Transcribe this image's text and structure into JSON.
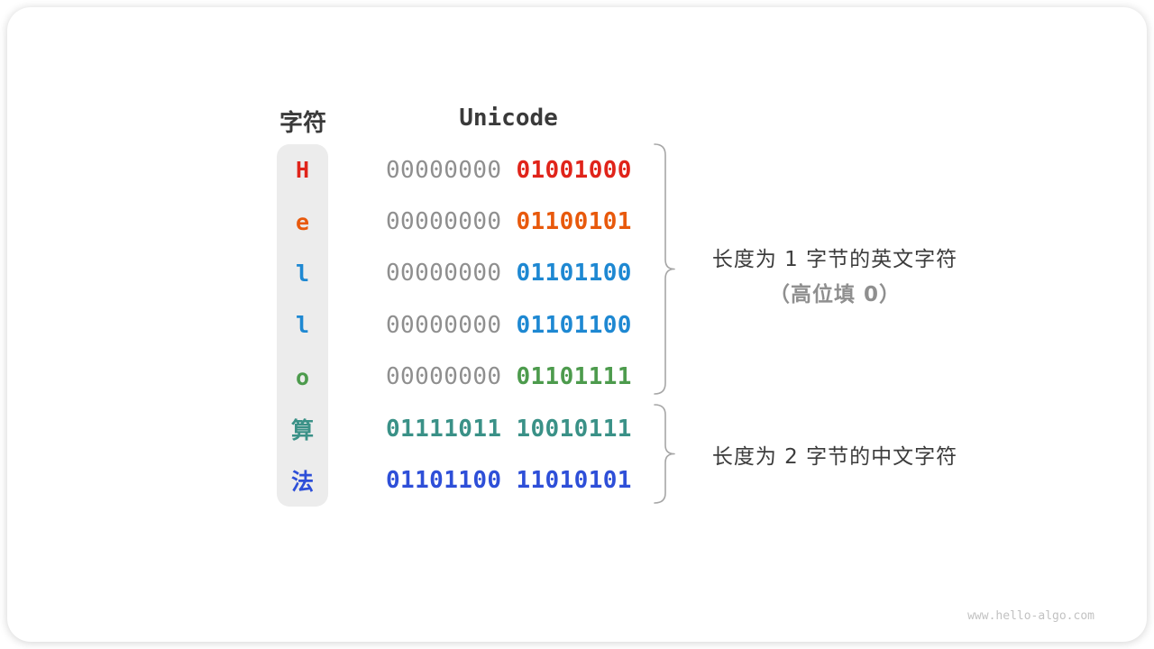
{
  "header": {
    "char_col": "字符",
    "unicode_col": "Unicode"
  },
  "rows": [
    {
      "char": "H",
      "char_color": "#e0241a",
      "bytes": [
        "00000000",
        "01001000"
      ],
      "byte_colors": [
        "#8f8f8f",
        "#e0241a"
      ]
    },
    {
      "char": "e",
      "char_color": "#e8590c",
      "bytes": [
        "00000000",
        "01100101"
      ],
      "byte_colors": [
        "#8f8f8f",
        "#e8590c"
      ]
    },
    {
      "char": "l",
      "char_color": "#1e88d2",
      "bytes": [
        "00000000",
        "01101100"
      ],
      "byte_colors": [
        "#8f8f8f",
        "#1e88d2"
      ]
    },
    {
      "char": "l",
      "char_color": "#1e88d2",
      "bytes": [
        "00000000",
        "01101100"
      ],
      "byte_colors": [
        "#8f8f8f",
        "#1e88d2"
      ]
    },
    {
      "char": "o",
      "char_color": "#4d9b4d",
      "bytes": [
        "00000000",
        "01101111"
      ],
      "byte_colors": [
        "#8f8f8f",
        "#4d9b4d"
      ]
    },
    {
      "char": "算",
      "char_color": "#3a9187",
      "bytes": [
        "01111011",
        "10010111"
      ],
      "byte_colors": [
        "#3a9187",
        "#3a9187"
      ]
    },
    {
      "char": "法",
      "char_color": "#2e4fd8",
      "bytes": [
        "01101100",
        "11010101"
      ],
      "byte_colors": [
        "#2e4fd8",
        "#2e4fd8"
      ]
    }
  ],
  "annotations": {
    "english": {
      "line1": "长度为 1 字节的英文字符",
      "line2": "（高位填 0）"
    },
    "chinese": {
      "line1": "长度为 2 字节的中文字符"
    }
  },
  "watermark": "www.hello-algo.com",
  "colors": {
    "zero_padding_gray": "#8f8f8f",
    "brace_gray": "#a6a6a6",
    "header_text": "#3a3a3a",
    "char_column_bg": "#ececec"
  }
}
